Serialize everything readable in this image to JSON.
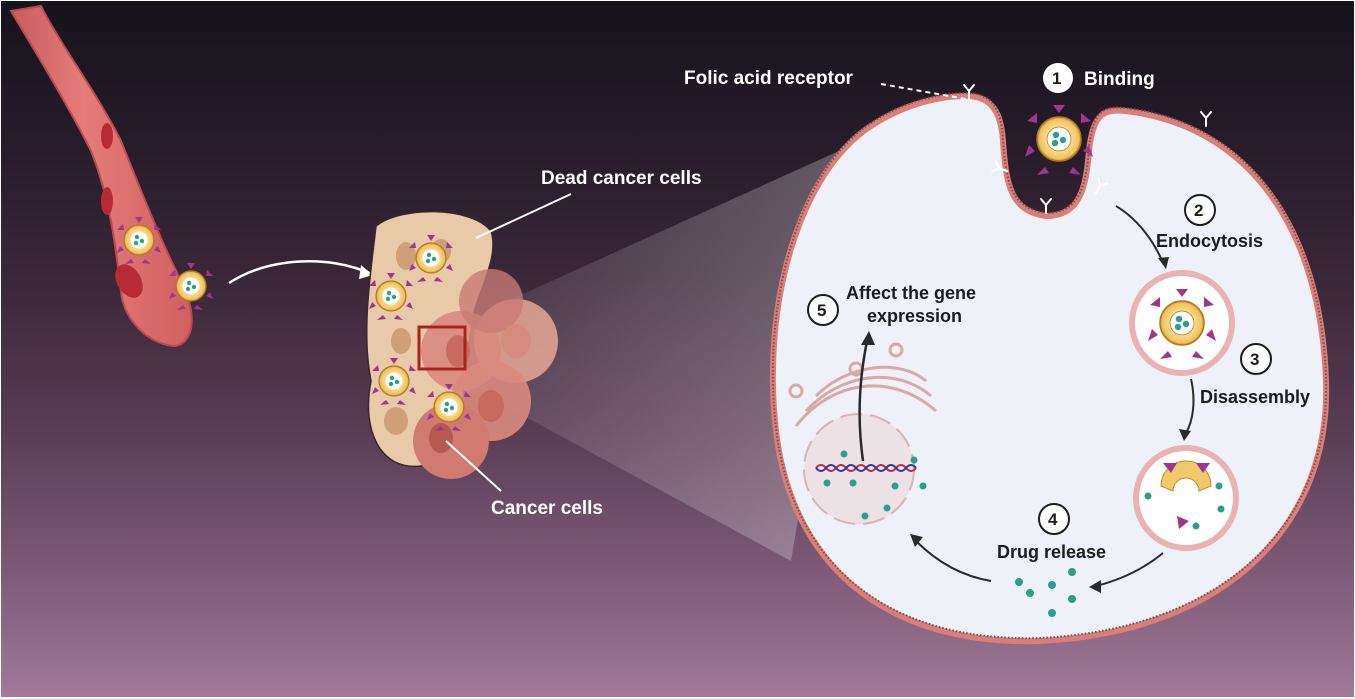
{
  "figure": {
    "title": "Folic acid-targeted nanoparticle delivery to cancer cells",
    "labels": {
      "folic_acid_receptor": "Folic acid receptor",
      "dead_cancer_cells": "Dead cancer cells",
      "cancer_cells": "Cancer cells"
    },
    "steps": [
      {
        "number": "1",
        "label": "Binding"
      },
      {
        "number": "2",
        "label": "Endocytosis"
      },
      {
        "number": "3",
        "label": "Disassembly"
      },
      {
        "number": "4",
        "label": "Drug release"
      },
      {
        "number": "5",
        "label_line1": "Affect the gene",
        "label_line2": "expression"
      }
    ],
    "colors": {
      "background_top": "#16141c",
      "background_bottom": "#a07a98",
      "cell_interior": "#eef1f7",
      "membrane": "#d97e78",
      "nanoparticle_shell": "#f2c96a",
      "ligand": "#a0358f",
      "drug": "#2aa08a",
      "blood_vessel": "#e0706f",
      "zoom_box": "#a8231f"
    }
  }
}
